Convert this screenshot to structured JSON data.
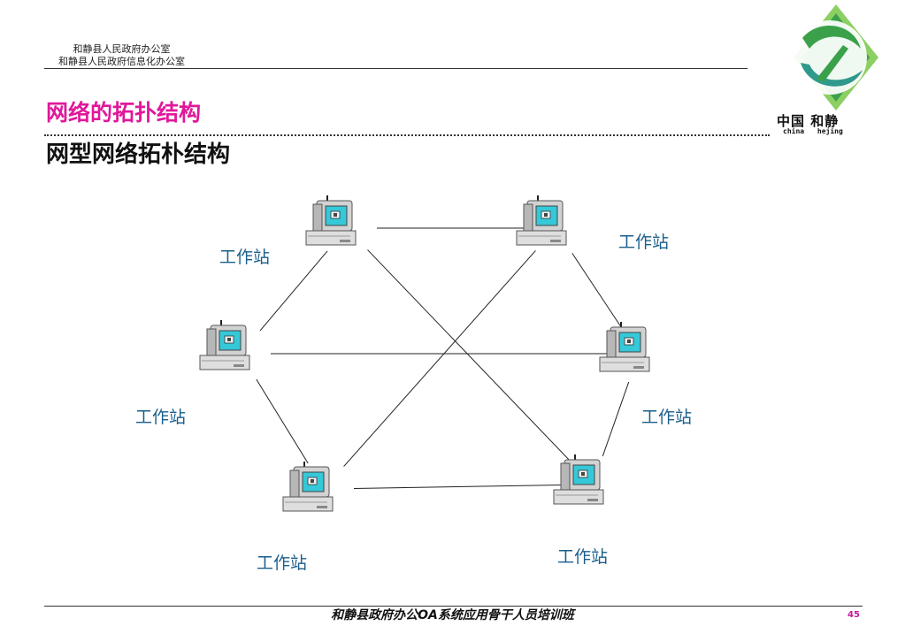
{
  "header": {
    "org_line1": "和静县人民政府办公室",
    "org_line2": "和静县人民政府信息化办公室"
  },
  "logo": {
    "icon": "hejing-logo-icon",
    "chinese_text": "中国 和静",
    "pinyin_text": "china hejing",
    "colors": {
      "green": "#3aa14a",
      "light_green": "#8ccf62",
      "teal": "#2f9a8c"
    }
  },
  "title": "网络的拓扑结构",
  "subtitle": "网型网络拓朴结构",
  "diagram": {
    "icon": "workstation-computer-icon",
    "nodes": [
      {
        "id": "top-left"
      },
      {
        "id": "top-right"
      },
      {
        "id": "mid-left"
      },
      {
        "id": "mid-right"
      },
      {
        "id": "bottom-left"
      },
      {
        "id": "bottom-right"
      }
    ],
    "links": [
      [
        "top-left",
        "top-right"
      ],
      [
        "top-left",
        "mid-left"
      ],
      [
        "top-right",
        "mid-right"
      ],
      [
        "mid-left",
        "mid-right"
      ],
      [
        "mid-left",
        "bottom-left"
      ],
      [
        "mid-right",
        "bottom-right"
      ],
      [
        "bottom-left",
        "bottom-right"
      ],
      [
        "top-left",
        "bottom-right"
      ],
      [
        "top-right",
        "bottom-left"
      ]
    ],
    "labels": [
      "工作站",
      "工作站",
      "工作站",
      "工作站",
      "工作站",
      "工作站"
    ]
  },
  "footer": {
    "text": "和静县政府办公OA系统应用骨干人员培训班",
    "page_number": "45"
  },
  "colors": {
    "title": "#e0189a",
    "label": "#1a5f8c",
    "page_number": "#c0199a",
    "screen": "#35c8d8"
  }
}
